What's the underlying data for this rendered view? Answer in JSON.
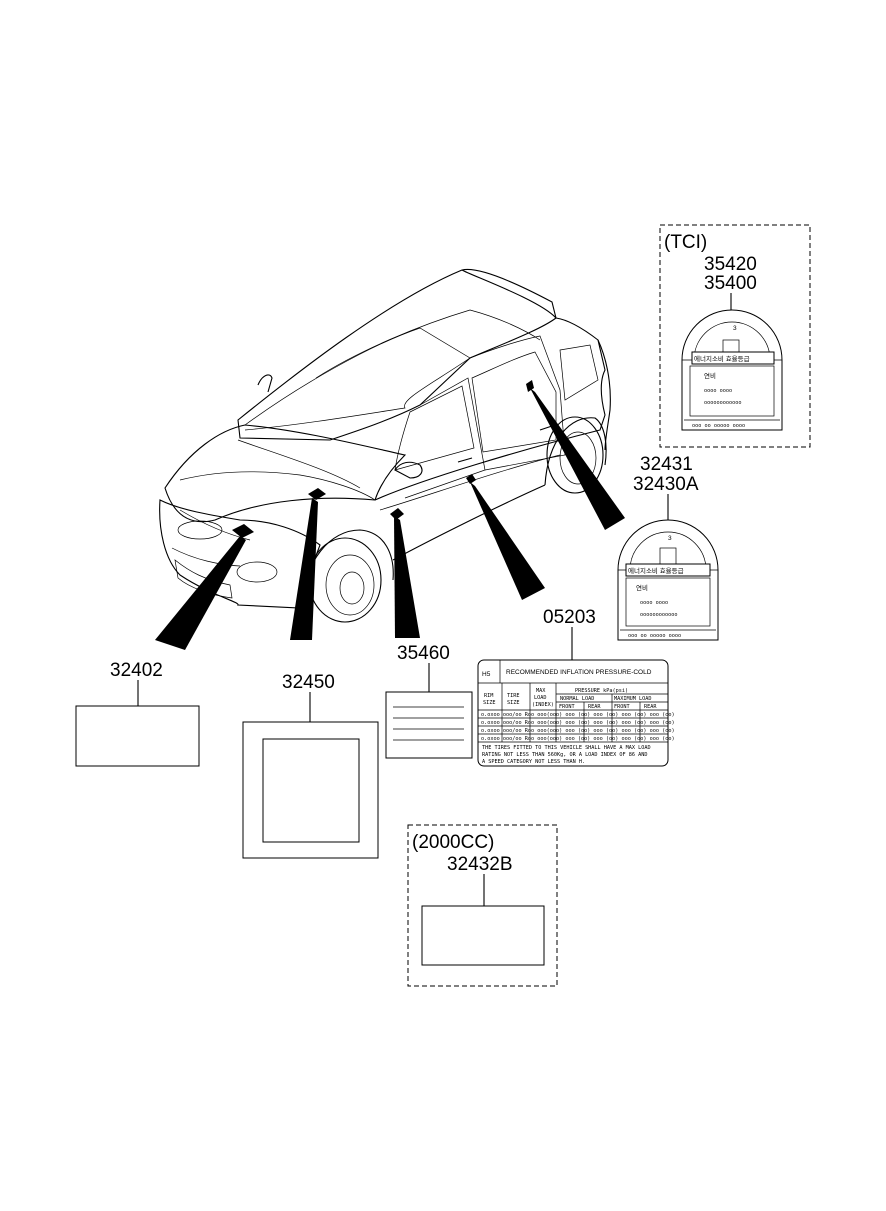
{
  "groups": {
    "tci": "(TCI)",
    "cc2000": "(2000CC)"
  },
  "parts": {
    "p35420": "35420",
    "p35400": "35400",
    "p32431": "32431",
    "p32430a": "32430A",
    "p05203": "05203",
    "p32402": "32402",
    "p32450": "32450",
    "p35460": "35460",
    "p32432b": "32432B"
  },
  "tire_label": {
    "header": "H5",
    "title": "RECOMMENDED INFLATION PRESSURE-COLD",
    "col_rim": "RIM",
    "col_size": "SIZE",
    "col_tire": "TIRE",
    "col_max": "MAX",
    "col_load": "LOAD",
    "col_index": "(INDEX)",
    "col_pressure": "PRESSURE kPa(psi)",
    "col_normal": "NORMAL LOAD",
    "col_maximum": "MAXIMUM LOAD",
    "front": "FRONT",
    "rear": "REAR",
    "footer1": "THE TIRES FITTED TO THIS VEHICLE SHALL HAVE A MAX LOAD",
    "footer2": "RATING NOT LESS THAN 560Kg, OR A LOAD INDEX OF 86 AND",
    "footer3": "A SPEED CATEGORY NOT LESS THAN H."
  },
  "energy_label": {
    "grade": "3",
    "title": "에너지소비 효율등급",
    "fuel": "연비"
  }
}
